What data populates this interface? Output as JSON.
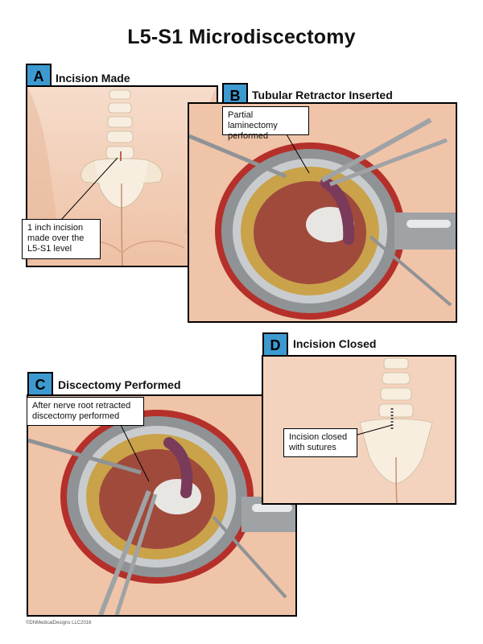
{
  "title": "L5-S1 Microdiscectomy",
  "panels": {
    "a": {
      "letter": "A",
      "title": "Incision Made",
      "callout": [
        "1 inch incision",
        "made over the",
        "L5-S1 level"
      ]
    },
    "b": {
      "letter": "B",
      "title": "Tubular Retractor Inserted",
      "callout": [
        "Partial laminectomy",
        "performed"
      ]
    },
    "c": {
      "letter": "C",
      "title": "Discectomy Performed",
      "callout": [
        "After nerve root retracted",
        "discectomy performed"
      ]
    },
    "d": {
      "letter": "D",
      "title": "Incision Closed",
      "callout": [
        "Incision closed",
        "with sutures"
      ]
    }
  },
  "copyright": "©DNMedicalDesigns LLC2016",
  "colors": {
    "badge": "#3d9ad1",
    "skin": "#f2cdb2",
    "tissue": "#b5302a",
    "retractor": "#8f9396"
  }
}
